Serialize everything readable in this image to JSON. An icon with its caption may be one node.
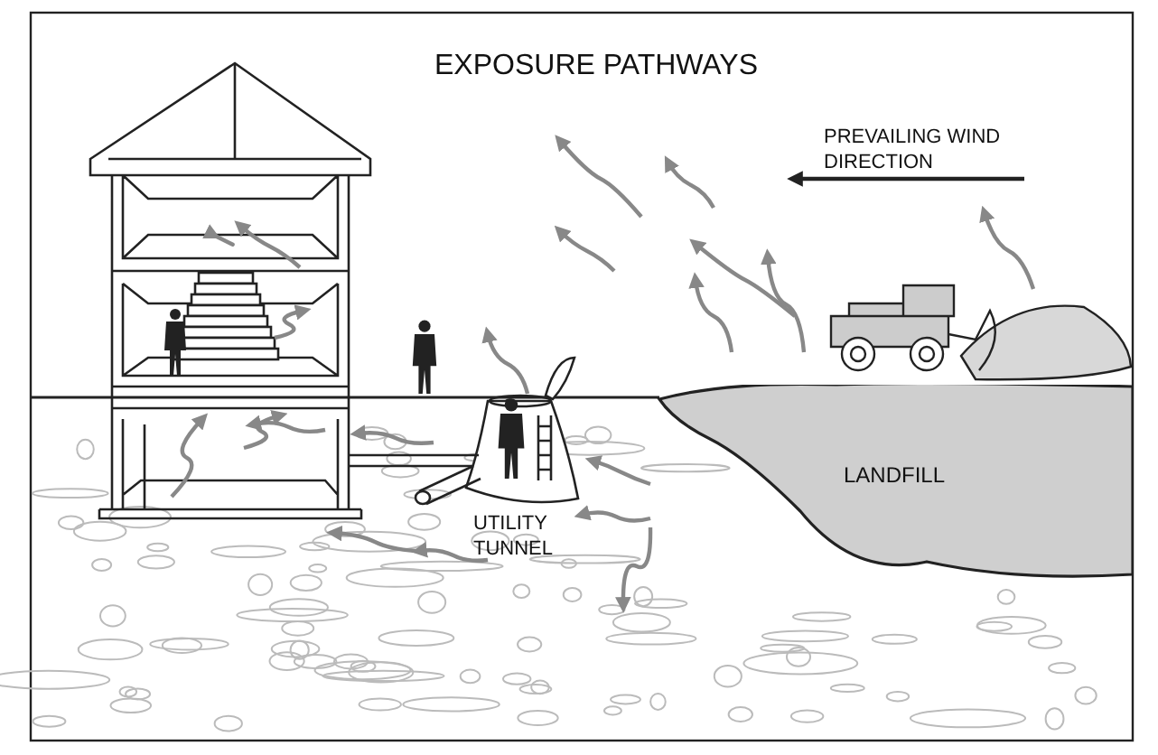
{
  "diagram": {
    "title": "EXPOSURE PATHWAYS",
    "nodes": [
      {
        "text": [
          "LANDFILL"
        ]
      }
    ],
    "labels": [
      "PREVAILING WIND DIRECTION",
      "UTILITY TUNNEL"
    ]
  }
}
